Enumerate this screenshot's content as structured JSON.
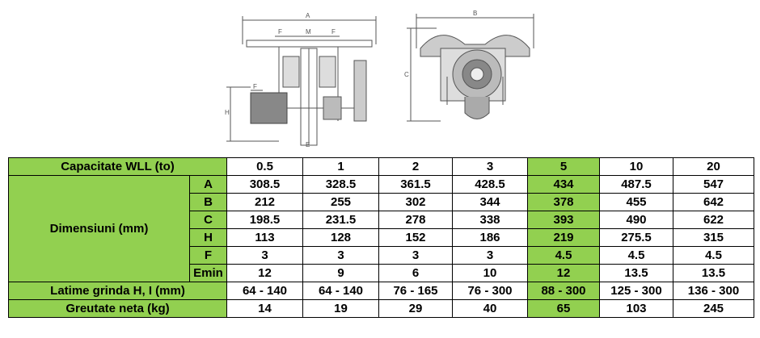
{
  "drawing_left": {
    "labels": {
      "a": "A",
      "m": "M",
      "f_left": "F",
      "f_right": "F",
      "h": "H",
      "f_small": "F",
      "e": "E"
    }
  },
  "drawing_right": {
    "labels": {
      "b": "B",
      "c": "C"
    }
  },
  "table": {
    "header_label": "Capacitate WLL (to)",
    "capacities": [
      "0.5",
      "1",
      "2",
      "3",
      "5",
      "10",
      "20"
    ],
    "dimensions_label": "Dimensiuni (mm)",
    "dimension_rows": [
      {
        "key": "A",
        "values": [
          "308.5",
          "328.5",
          "361.5",
          "428.5",
          "434",
          "487.5",
          "547"
        ]
      },
      {
        "key": "B",
        "values": [
          "212",
          "255",
          "302",
          "344",
          "378",
          "455",
          "642"
        ]
      },
      {
        "key": "C",
        "values": [
          "198.5",
          "231.5",
          "278",
          "338",
          "393",
          "490",
          "622"
        ]
      },
      {
        "key": "H",
        "values": [
          "113",
          "128",
          "152",
          "186",
          "219",
          "275.5",
          "315"
        ]
      },
      {
        "key": "F",
        "values": [
          "3",
          "3",
          "3",
          "3",
          "4.5",
          "4.5",
          "4.5"
        ]
      },
      {
        "key": "Emin",
        "values": [
          "12",
          "9",
          "6",
          "10",
          "12",
          "13.5",
          "13.5"
        ]
      }
    ],
    "beam_width_label": "Latime grinda H, I (mm)",
    "beam_width_values": [
      "64 - 140",
      "64 - 140",
      "76 - 165",
      "76 - 300",
      "88 - 300",
      "125 - 300",
      "136 - 300"
    ],
    "weight_label": "Greutate neta (kg)",
    "weight_values": [
      "14",
      "19",
      "29",
      "40",
      "65",
      "103",
      "245"
    ],
    "colors": {
      "highlight": "#92d050",
      "border": "#000000"
    }
  }
}
